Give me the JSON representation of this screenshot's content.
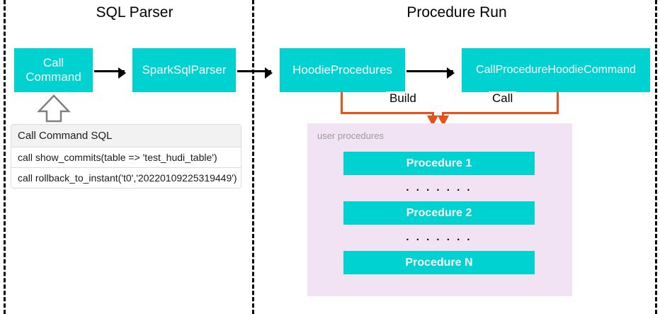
{
  "diagram": {
    "sections": [
      {
        "id": "sql-parser",
        "title": "SQL Parser"
      },
      {
        "id": "procedure-run",
        "title": "Procedure Run"
      }
    ],
    "nodes": {
      "call_command": "Call\nCommand",
      "call_command_line1": "Call",
      "call_command_line2": "Command",
      "spark_sql_parser": "SparkSqlParser",
      "hoodie_procedures": "HoodieProcedures",
      "call_procedure_hoodie_command": "CallProcedureHoodieCommand"
    },
    "edge_labels": {
      "build": "Build",
      "call": "Call"
    },
    "sql_table": {
      "header": "Call Command SQL",
      "rows": [
        "call show_commits(table => 'test_hudi_table')",
        "call rollback_to_instant('t0','20220109225319449')"
      ]
    },
    "user_procedures": {
      "caption": "user procedures",
      "items": [
        {
          "label": "Procedure 1"
        },
        {
          "label": "Procedure 2"
        },
        {
          "label": "Procedure N"
        }
      ],
      "ellipsis": ". . . . . . ."
    },
    "colors": {
      "node_fill": "#00D1D1",
      "node_text": "#FFFFFF",
      "panel_fill": "#F2E3F4",
      "connector_orange": "#E8521A",
      "flow_arrow": "#000000",
      "separator": "#000000",
      "table_header_fill": "#F2F2F2",
      "caption_text": "#9A9A9A"
    },
    "icons": {
      "up_arrow": "hollow-up-arrow-icon",
      "separator": "dashed-vertical-separator"
    }
  }
}
